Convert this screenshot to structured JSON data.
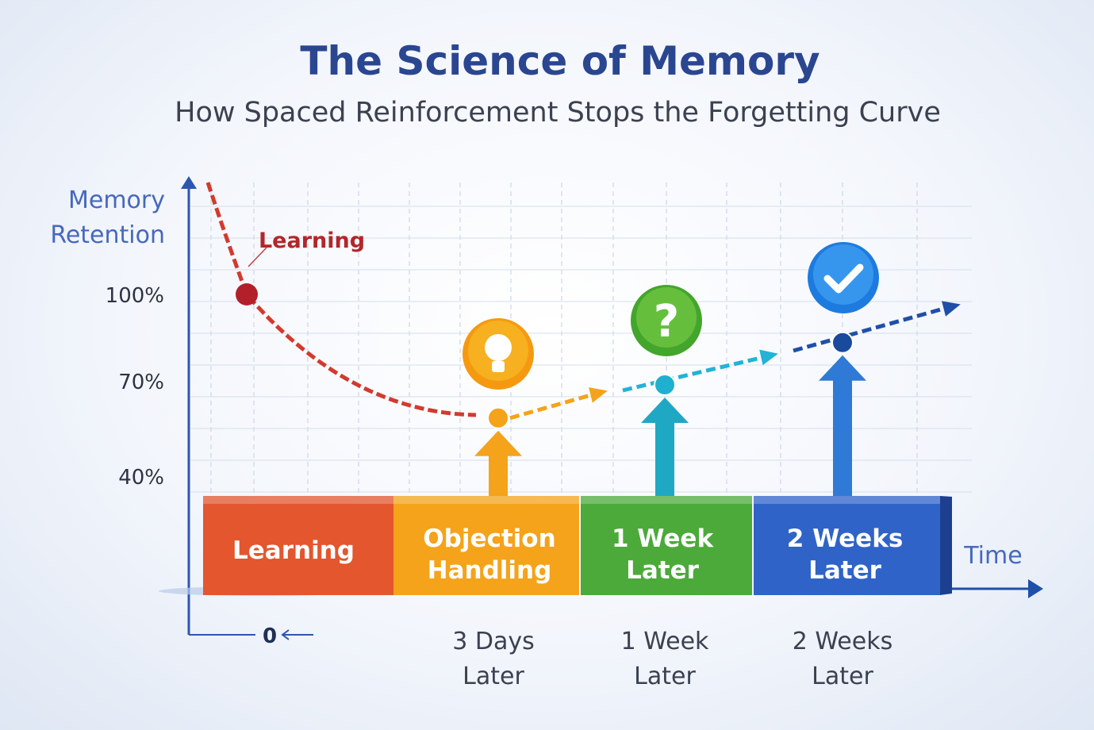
{
  "title": "The Science of Memory",
  "subtitle": "How Spaced Reinforcement Stops the Forgetting Curve",
  "colors": {
    "title": "#2a4690",
    "learning": "#e3562e",
    "objection": "#f4a31a",
    "week1": "#4caa3a",
    "weeks2": "#2f63c8",
    "curve": "#d23a2e",
    "teal": "#22b3d6"
  },
  "chart_data": {
    "type": "line",
    "title": "The Science of Memory",
    "ylabel_lines": [
      "Memory",
      "Retention"
    ],
    "xlabel": "Time",
    "yticks": [
      "100%",
      "70%",
      "40%"
    ],
    "ytick_values": [
      100,
      70,
      40
    ],
    "origin_label": "0",
    "curve_label": "Learning",
    "stages": [
      {
        "bar_lines": [
          "Learning"
        ],
        "time_lines": [],
        "retention": 100,
        "icon": "none"
      },
      {
        "bar_lines": [
          "Objection",
          "Handling"
        ],
        "time_lines": [
          "3 Days",
          "Later"
        ],
        "retention": 59,
        "icon": "lightbulb-icon"
      },
      {
        "bar_lines": [
          "1 Week",
          "Later"
        ],
        "time_lines": [
          "1 Week",
          "Later"
        ],
        "retention": 70,
        "icon": "question-icon"
      },
      {
        "bar_lines": [
          "2 Weeks",
          "Later"
        ],
        "time_lines": [
          "2 Weeks",
          "Later"
        ],
        "retention": 84,
        "icon": "checkmark-icon"
      }
    ]
  }
}
